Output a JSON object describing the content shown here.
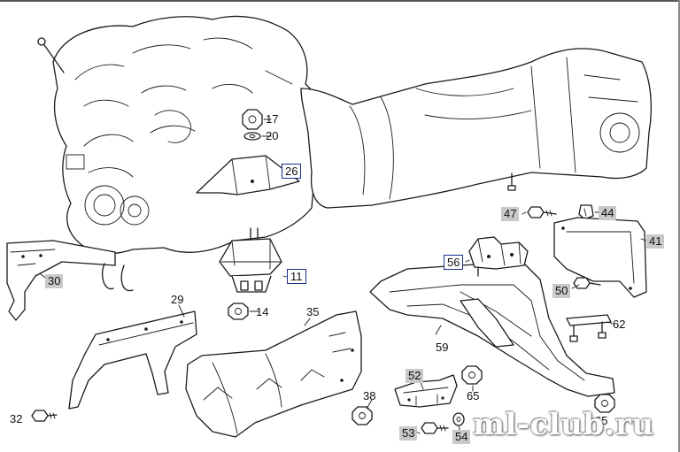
{
  "diagram": {
    "callouts": {
      "c11": "11",
      "c14": "14",
      "c17": "17",
      "c20": "20",
      "c26": "26",
      "c29": "29",
      "c30": "30",
      "c32": "32",
      "c35": "35",
      "c38": "38",
      "c41": "41",
      "c44": "44",
      "c47": "47",
      "c50": "50",
      "c52": "52",
      "c53": "53",
      "c54": "54",
      "c56": "56",
      "c59": "59",
      "c62": "62",
      "c65a": "65",
      "c65b": "65"
    },
    "colors": {
      "line": "#1a1a1a",
      "gray_label_bg": "#c9c9c9",
      "boxed_label_border": "#1c2f8a"
    }
  },
  "watermark": "ml-club.ru"
}
